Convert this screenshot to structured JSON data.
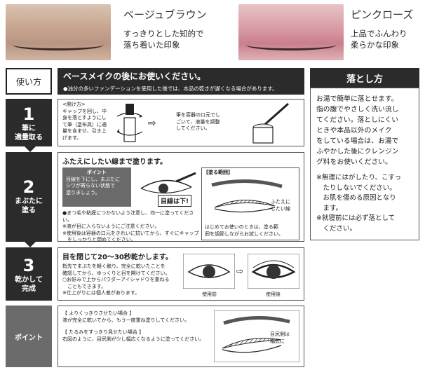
{
  "colors": {
    "beige": {
      "name": "ベージュブラウン",
      "desc_1": "すっきりとした知的で",
      "desc_2": "落ち着いた印象"
    },
    "pink": {
      "name": "ピンクローズ",
      "desc_1": "上品でふんわり",
      "desc_2": "柔らかな印象"
    }
  },
  "howto": {
    "label": "使い方",
    "title": "ベースメイクの後にお使いください。",
    "note": "●油分の多いファンデーションを使用した後では、本品の乾きが遅くなる場合があります。"
  },
  "step1": {
    "num": "1",
    "label_1": "筆に",
    "label_2": "適量取る",
    "open_title": "<開け方>",
    "open_1": "キャップを回し、中",
    "open_2": "身を落とすようにし",
    "open_3": "て筆（塗布具）に適",
    "open_4": "量を含ませ、引き上",
    "open_5": "げます。",
    "adjust_1": "筆を容器の口元でし",
    "adjust_2": "ごいて、液量を調整",
    "adjust_3": "してください。"
  },
  "step2": {
    "num": "2",
    "label_1": "まぶたに",
    "label_2": "塗る",
    "head": "ふたえにしたい線まで塗ります。",
    "point_title": "ポイント",
    "point_1": "目線を下にし、まぶたに",
    "point_2": "シワが寄らない状態で",
    "point_3": "塗りましょう。",
    "gaze": "目線は下!",
    "range_title": "【塗る範囲】",
    "fold_1": "ふたえに",
    "fold_2": "したい線",
    "first_1": "はじめてお使いのときは、塗る範",
    "first_2": "囲を調節しながらお試しください。",
    "n1": "●まつ毛や粘膜につかないよう注意し、均一に塗ってください。",
    "n2": "※液が目に入らないようにご注意ください。",
    "n3": "※使用後は容器の口元をきれいに拭いてから、すぐにキャップ",
    "n4": "　をしっかりと閉めてください。"
  },
  "step3": {
    "num": "3",
    "label_1": "乾かして",
    "label_2": "完成",
    "head": "目を閉じて20〜30秒乾かします。",
    "b1": "指先でまぶたを軽く触り、完全に乾いたことを",
    "b2": "確認してから、ゆっくりと目を開けてください。",
    "b3": "○お好みで上からパウダーアイシャドウを重ねる",
    "b4": "　こともできます。",
    "b5": "※仕上がりには個人差があります。",
    "before": "使用前",
    "after": "使用後"
  },
  "point": {
    "label": "ポイント",
    "h1": "【 よりくっきりさせたい場合 】",
    "t1": "液が完全に乾いてから、もう一度重ね塗りしてください。",
    "h2": "【 たるみをすっきり見せたい場合 】",
    "t2": "右図のように、目尻側が少し幅広くなるように塗ってください。",
    "fig_1": "目尻側は",
    "fig_2": "幅広に"
  },
  "remove": {
    "title": "落とし方",
    "b1": "お湯で簡単に落とせます。",
    "b2": "指の腹でやさしく洗い流し",
    "b3": "てください。落としにくい",
    "b4": "ときや本品以外のメイク",
    "b5": "をしている場合は、お湯で",
    "b6": "ふやかした後にクレンジン",
    "b7": "グ料をお使いください。",
    "n1": "※無理にはがしたり、こすっ",
    "n2": "　たりしないでください。",
    "n3": "　お肌を傷める原因となり",
    "n4": "　ます。",
    "n5": "※就寝前には必ず落として",
    "n6": "　ください。"
  }
}
